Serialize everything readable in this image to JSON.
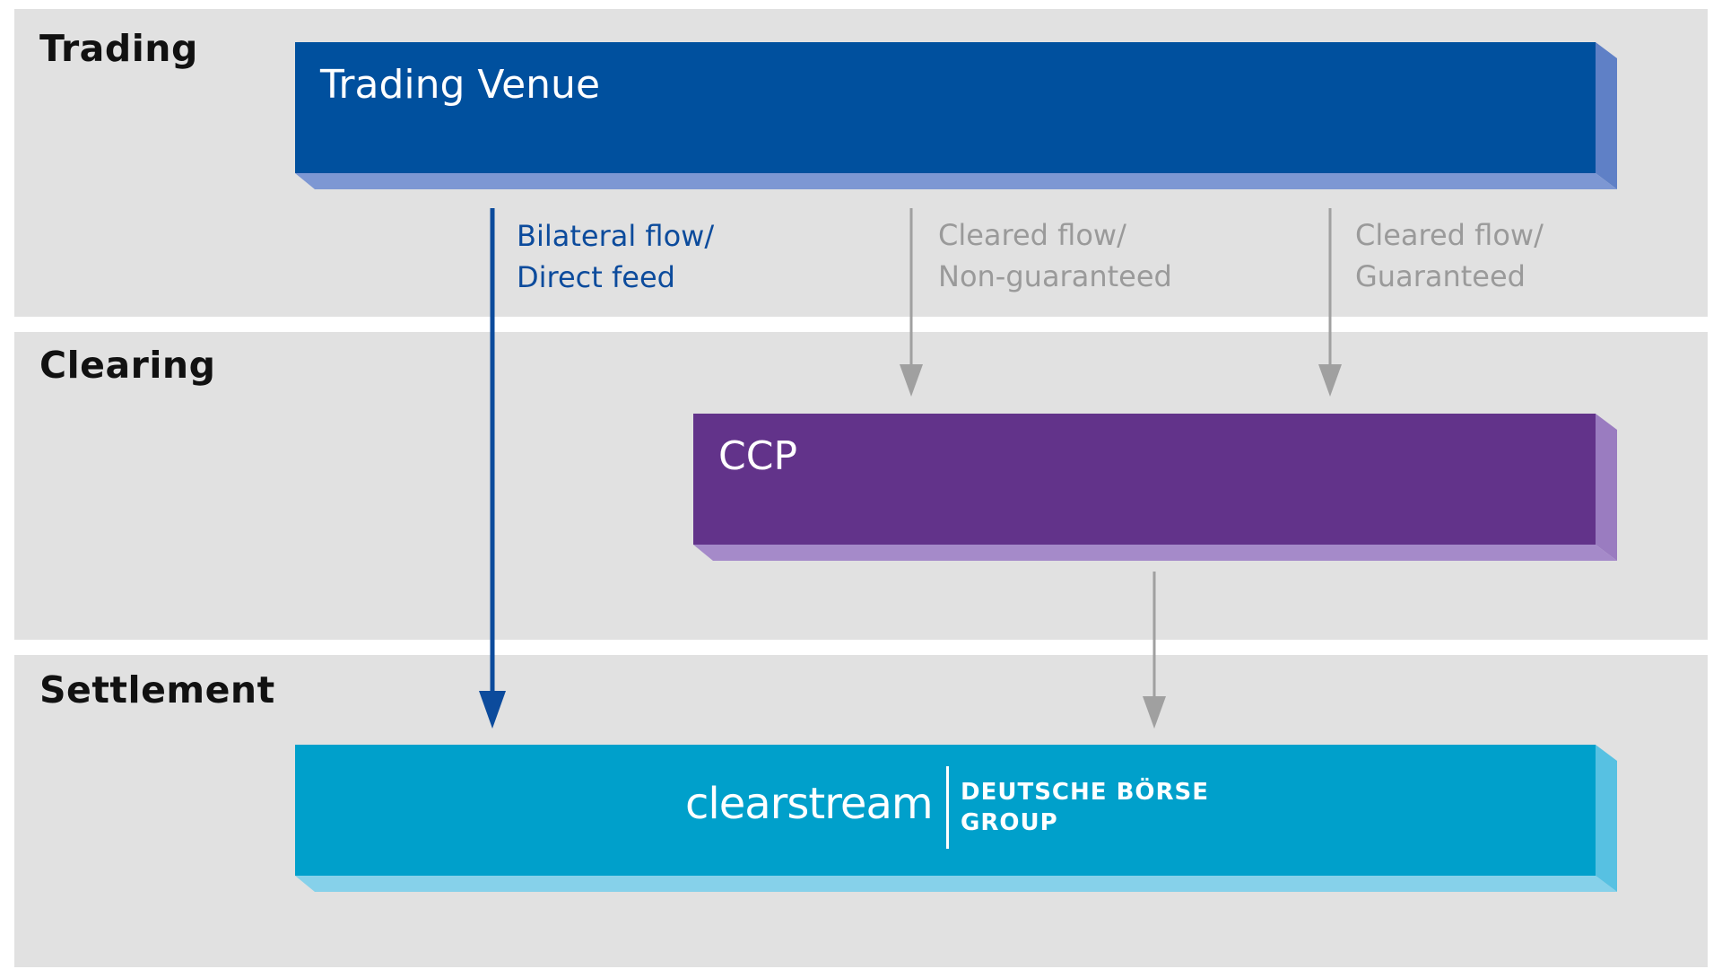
{
  "stages": {
    "trading": "Trading",
    "clearing": "Clearing",
    "settlement": "Settlement"
  },
  "boxes": {
    "trading_venue": "Trading Venue",
    "ccp": "CCP"
  },
  "flows": {
    "bilateral": {
      "line1": "Bilateral flow/",
      "line2": "Direct feed"
    },
    "cleared_non_guaranteed": {
      "line1": "Cleared flow/",
      "line2": "Non-guaranteed"
    },
    "cleared_guaranteed": {
      "line1": "Cleared flow/",
      "line2": "Guaranteed"
    }
  },
  "logo": {
    "wordmark": "clearstream",
    "group_line1": "DEUTSCHE BÖRSE",
    "group_line2": "GROUP"
  },
  "colors": {
    "band": "#e1e1e1",
    "trading_venue": "#00509e",
    "ccp": "#62338a",
    "clearstream": "#00a0cb",
    "bilateral_arrow": "#0c4b9c",
    "cleared_arrow": "#9a9a9a"
  }
}
